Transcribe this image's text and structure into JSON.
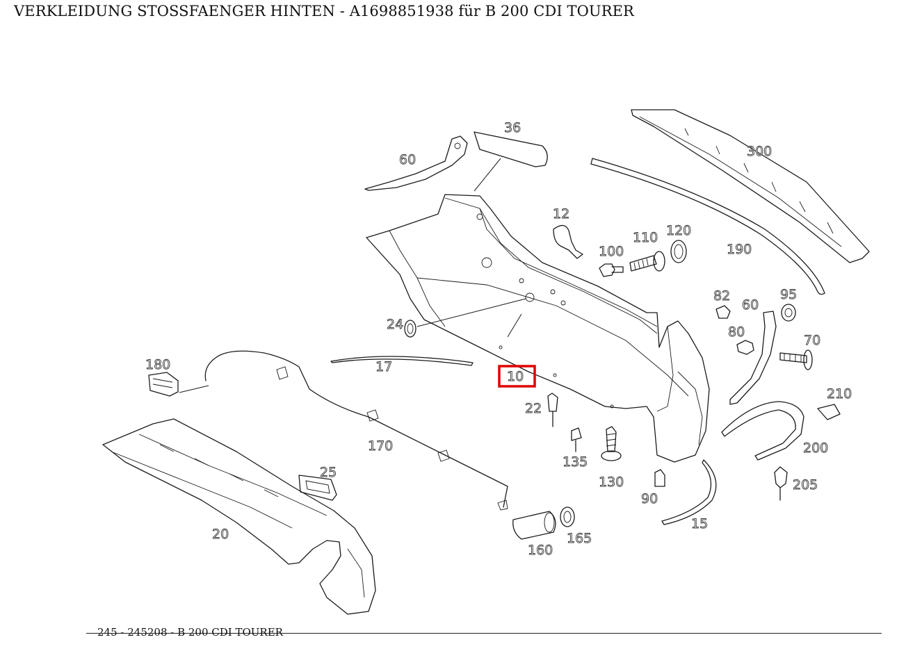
{
  "header": {
    "title": "VERKLEIDUNG STOSSFAENGER HINTEN - A1698851938 für B 200 CDI TOURER"
  },
  "footer": {
    "text": "245 - 245208 - B 200 CDI TOURER"
  },
  "highlight_color": "#e00000",
  "callouts": {
    "c36": "36",
    "c60a": "60",
    "c300": "300",
    "c12": "12",
    "c100": "100",
    "c110": "110",
    "c120": "120",
    "c190": "190",
    "c82": "82",
    "c60b": "60",
    "c95": "95",
    "c80": "80",
    "c70": "70",
    "c24": "24",
    "c180": "180",
    "c17": "17",
    "c10": "10",
    "c22": "22",
    "c210": "210",
    "c170": "170",
    "c135": "135",
    "c130": "130",
    "c200": "200",
    "c25": "25",
    "c90": "90",
    "c205": "205",
    "c20": "20",
    "c15": "15",
    "c165": "165",
    "c160": "160"
  }
}
